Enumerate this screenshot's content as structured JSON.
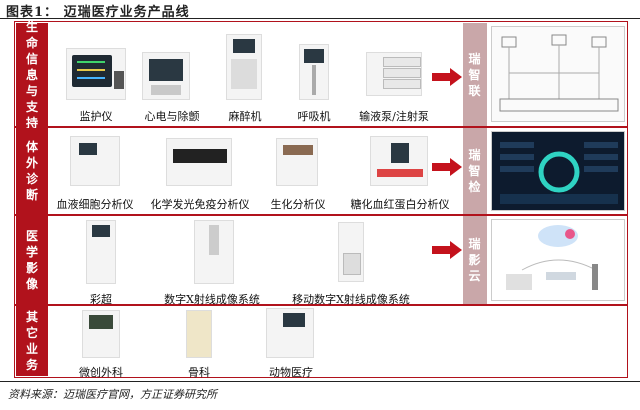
{
  "figure": {
    "title": "图表1：  迈瑞医疗业务产品线",
    "source": "资料来源：迈瑞医疗官网，方正证券研究所"
  },
  "rows": [
    {
      "category": "生命信息与支持",
      "products": [
        "监护仪",
        "心电与除颤",
        "麻醉机",
        "呼吸机",
        "输液泵/注射泵"
      ],
      "platform": "瑞智联"
    },
    {
      "category": "体外诊断",
      "products": [
        "血液细胞分析仪",
        "化学发光免疫分析仪",
        "生化分析仪",
        "糖化血红蛋白分析仪"
      ],
      "platform": "瑞智检"
    },
    {
      "category": "医学影像",
      "products": [
        "彩超",
        "数字X射线成像系统",
        "移动数字X射线成像系统"
      ],
      "platform": "瑞影云"
    },
    {
      "category": "其它业务",
      "products": [
        "微创外科",
        "骨科",
        "动物医疗"
      ],
      "platform": ""
    }
  ],
  "colors": {
    "accent": "#b1121c",
    "platform_bg": "#c9a7a9",
    "arrow": "#c4121c"
  },
  "icons": [
    "arrow-right-icon"
  ]
}
